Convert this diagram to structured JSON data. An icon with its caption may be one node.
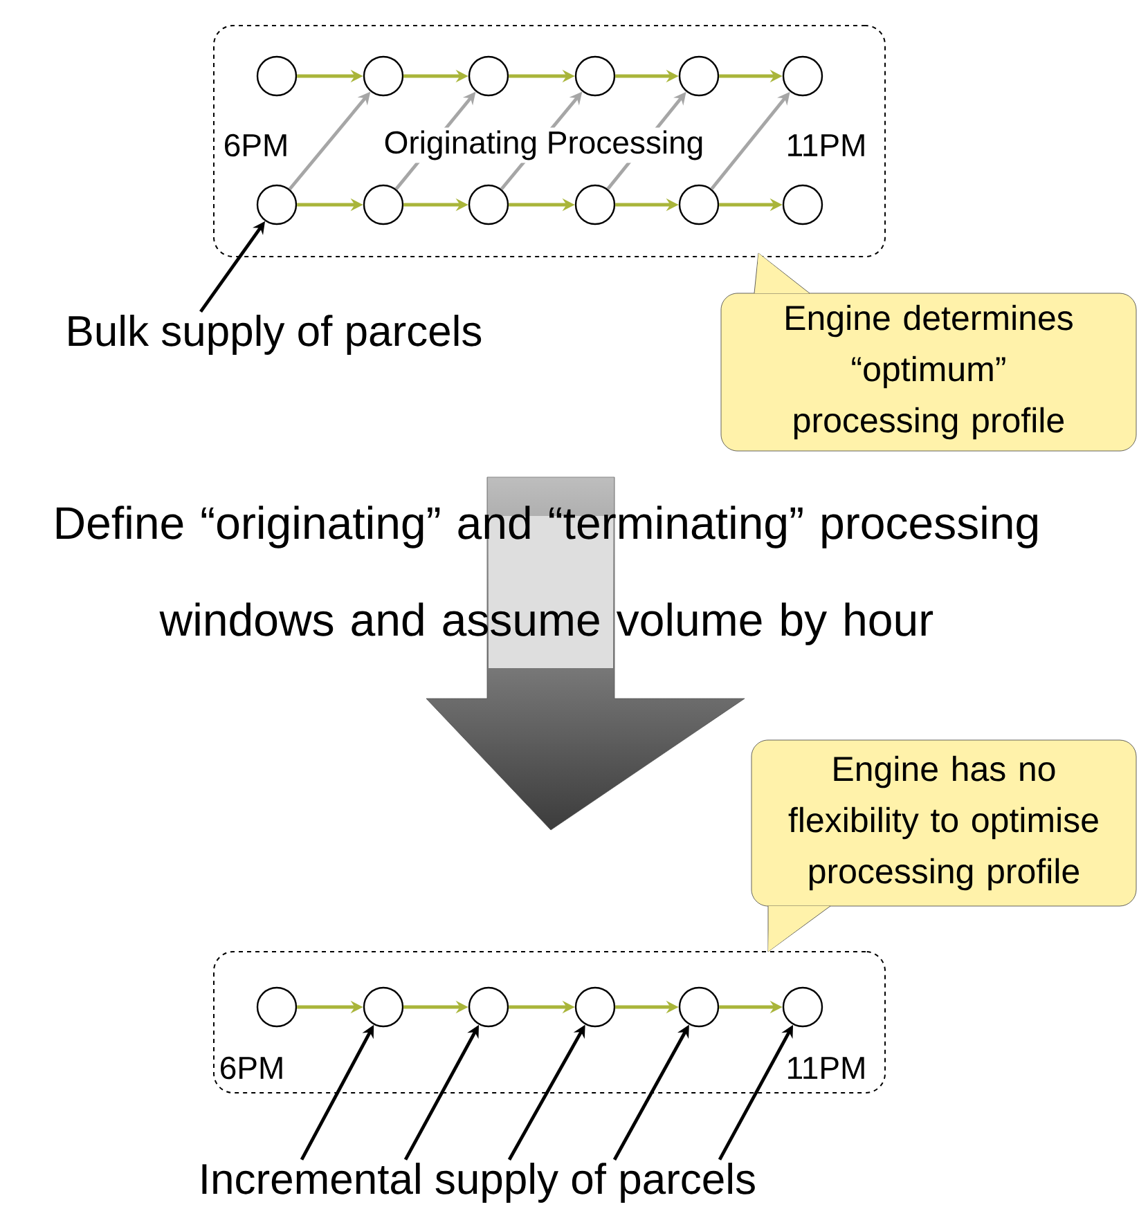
{
  "diagram": {
    "nodes": [
      {
        "text": [],
        "shape": "box"
      },
      {
        "text": [],
        "shape": "circle",
        "in": 0
      },
      {
        "text": [],
        "shape": "circle",
        "in": 0
      },
      {
        "text": [],
        "shape": "circle",
        "in": 0
      },
      {
        "text": [],
        "shape": "circle",
        "in": 0
      },
      {
        "text": [],
        "shape": "circle",
        "in": 0
      },
      {
        "text": [],
        "shape": "circle",
        "in": 0
      },
      {
        "text": [],
        "shape": "circle",
        "in": 0
      },
      {
        "text": [],
        "shape": "circle",
        "in": 0
      },
      {
        "text": [],
        "shape": "circle",
        "in": 0
      },
      {
        "text": [],
        "shape": "circle",
        "in": 0
      },
      {
        "text": [],
        "shape": "circle",
        "in": 0
      },
      {
        "text": [],
        "shape": "circle",
        "in": 0
      },
      {
        "text": [
          "Bulk supply of parcels"
        ]
      },
      {
        "text": [
          "Engine determines “optimum” processing profile"
        ]
      },
      {
        "text": [
          "Engine has no flexibility to optimise processing profile"
        ]
      },
      {
        "text": [],
        "shape": "box"
      },
      {
        "text": [],
        "shape": "circle",
        "in": 16
      },
      {
        "text": [],
        "shape": "circle",
        "in": 16
      },
      {
        "text": [],
        "shape": "circle",
        "in": 16
      },
      {
        "text": [],
        "shape": "circle",
        "in": 16
      },
      {
        "text": [],
        "shape": "circle",
        "in": 16
      },
      {
        "text": [],
        "shape": "circle",
        "in": 16
      },
      {
        "text": [
          "Incremental supply of parcels"
        ]
      }
    ],
    "edges": [
      {
        "from": 1,
        "to": 2,
        "arrow": "to"
      },
      {
        "from": 2,
        "to": 3,
        "arrow": "to"
      },
      {
        "from": 3,
        "to": 4,
        "arrow": "to"
      },
      {
        "from": 4,
        "to": 5,
        "arrow": "to"
      },
      {
        "from": 5,
        "to": 6,
        "arrow": "to"
      },
      {
        "from": 7,
        "to": 8,
        "arrow": "to"
      },
      {
        "from": 8,
        "to": 9,
        "arrow": "to"
      },
      {
        "from": 9,
        "to": 10,
        "arrow": "to"
      },
      {
        "from": 10,
        "to": 11,
        "arrow": "to"
      },
      {
        "from": 11,
        "to": 12,
        "arrow": "to"
      },
      {
        "from": 7,
        "to": 2,
        "arrow": "to",
        "color": "#a6a6a6"
      },
      {
        "from": 8,
        "to": 3,
        "arrow": "to",
        "color": "#a6a6a6"
      },
      {
        "from": 9,
        "to": 4,
        "arrow": "to",
        "color": "#a6a6a6"
      },
      {
        "from": 10,
        "to": 5,
        "arrow": "to",
        "color": "#a6a6a6"
      },
      {
        "from": 11,
        "to": 6,
        "arrow": "to",
        "color": "#a6a6a6"
      },
      {
        "from": 13,
        "to": 7,
        "arrow": "to",
        "color": "#000000"
      },
      {
        "from": 17,
        "to": 18,
        "arrow": "to"
      },
      {
        "from": 18,
        "to": 19,
        "arrow": "to"
      },
      {
        "from": 19,
        "to": 20,
        "arrow": "to"
      },
      {
        "from": 20,
        "to": 21,
        "arrow": "to"
      },
      {
        "from": 21,
        "to": 22,
        "arrow": "to"
      },
      {
        "from": 23,
        "to": 18,
        "arrow": "to",
        "color": "#000000"
      },
      {
        "from": 23,
        "to": 19,
        "arrow": "to",
        "color": "#000000"
      },
      {
        "from": 23,
        "to": 20,
        "arrow": "to",
        "color": "#000000"
      },
      {
        "from": 23,
        "to": 21,
        "arrow": "to",
        "color": "#000000"
      },
      {
        "from": 23,
        "to": 22,
        "arrow": "to",
        "color": "#000000"
      }
    ],
    "labels": [
      "6PM",
      "Originating Processing",
      "11PM",
      "Define “originating” and “terminating” processing windows and assume volume by hour",
      "6PM",
      "11PM"
    ]
  }
}
